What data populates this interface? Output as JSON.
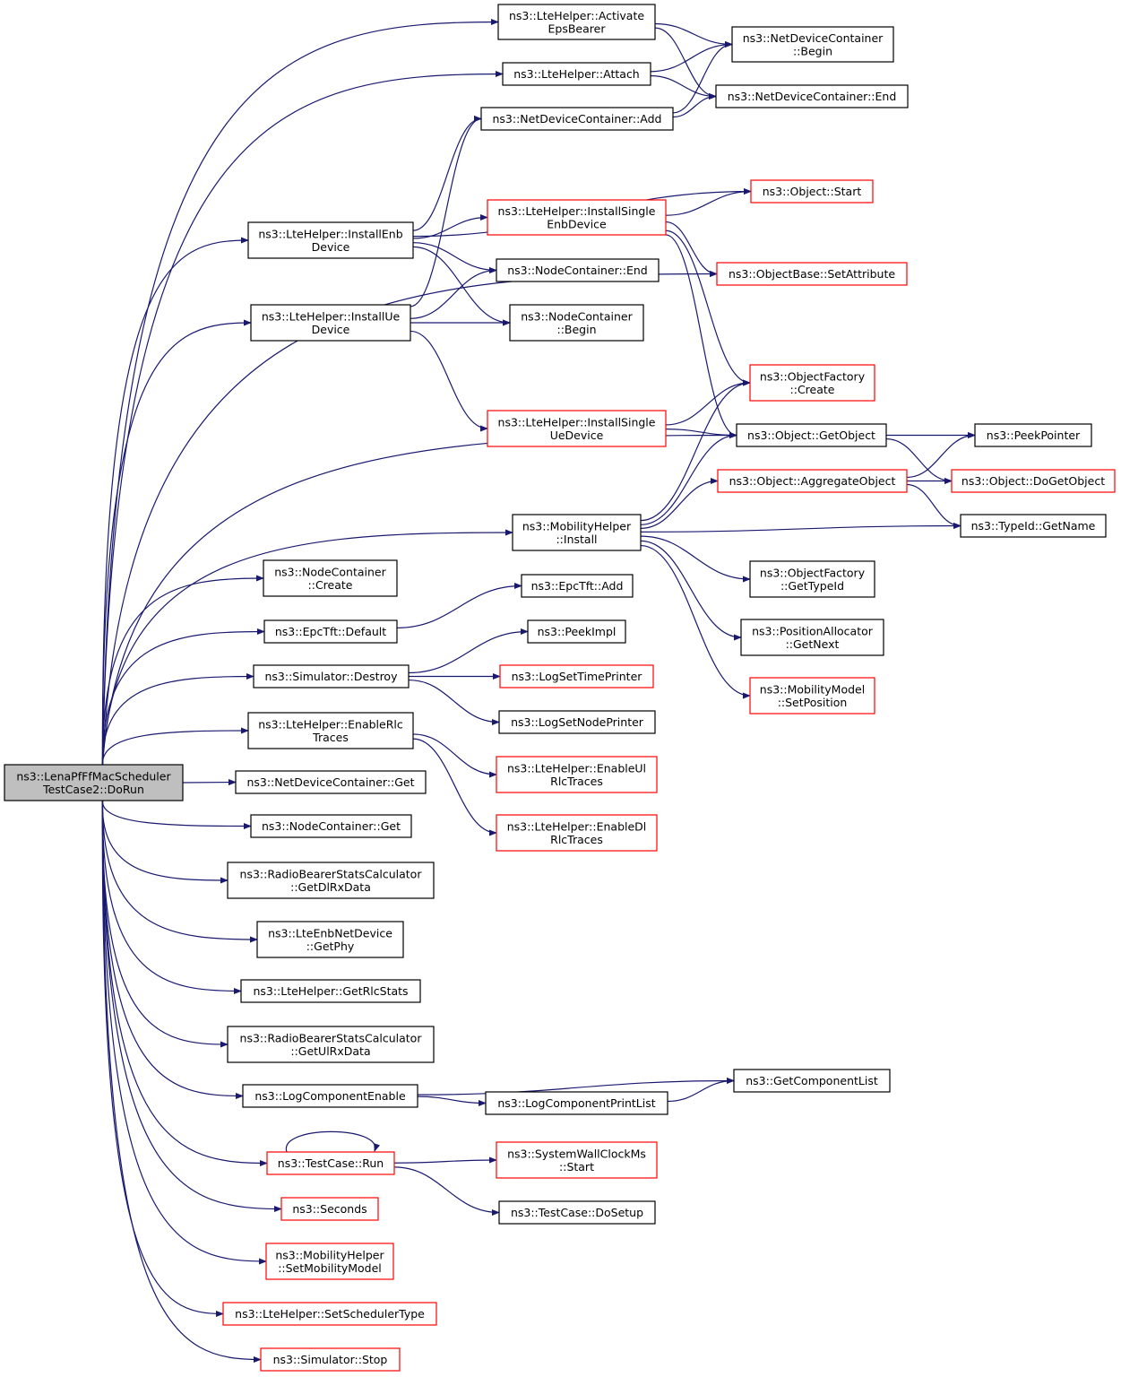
{
  "colors": {
    "edge": "#191970",
    "normal_border": "#000000",
    "truncated_border": "#ff0000",
    "root_fill": "#bfbfbf",
    "background": "#ffffff"
  },
  "nodes": [
    {
      "id": "root",
      "lines": [
        "ns3::LenaPfFfMacScheduler",
        "TestCase2::DoRun"
      ],
      "status": "root"
    },
    {
      "id": "activate",
      "lines": [
        "ns3::LteHelper::Activate",
        "EpsBearer"
      ],
      "status": "normal"
    },
    {
      "id": "ndc_begin",
      "lines": [
        "ns3::NetDeviceContainer",
        "::Begin"
      ],
      "status": "normal"
    },
    {
      "id": "attach",
      "lines": [
        "ns3::LteHelper::Attach"
      ],
      "status": "normal"
    },
    {
      "id": "ndc_end",
      "lines": [
        "ns3::NetDeviceContainer::End"
      ],
      "status": "normal"
    },
    {
      "id": "ndc_add",
      "lines": [
        "ns3::NetDeviceContainer::Add"
      ],
      "status": "normal"
    },
    {
      "id": "obj_start",
      "lines": [
        "ns3::Object::Start"
      ],
      "status": "truncated"
    },
    {
      "id": "inst_single_enb",
      "lines": [
        "ns3::LteHelper::InstallSingle",
        "EnbDevice"
      ],
      "status": "truncated"
    },
    {
      "id": "inst_enb",
      "lines": [
        "ns3::LteHelper::InstallEnb",
        "Device"
      ],
      "status": "normal"
    },
    {
      "id": "nc_end",
      "lines": [
        "ns3::NodeContainer::End"
      ],
      "status": "normal"
    },
    {
      "id": "objbase_setattr",
      "lines": [
        "ns3::ObjectBase::SetAttribute"
      ],
      "status": "truncated"
    },
    {
      "id": "inst_ue",
      "lines": [
        "ns3::LteHelper::InstallUe",
        "Device"
      ],
      "status": "normal"
    },
    {
      "id": "nc_begin",
      "lines": [
        "ns3::NodeContainer",
        "::Begin"
      ],
      "status": "normal"
    },
    {
      "id": "objfactory_create",
      "lines": [
        "ns3::ObjectFactory",
        "::Create"
      ],
      "status": "truncated"
    },
    {
      "id": "inst_single_ue",
      "lines": [
        "ns3::LteHelper::InstallSingle",
        "UeDevice"
      ],
      "status": "truncated"
    },
    {
      "id": "obj_getobject",
      "lines": [
        "ns3::Object::GetObject"
      ],
      "status": "normal"
    },
    {
      "id": "peekpointer",
      "lines": [
        "ns3::PeekPointer"
      ],
      "status": "normal"
    },
    {
      "id": "obj_aggregate",
      "lines": [
        "ns3::Object::AggregateObject"
      ],
      "status": "truncated"
    },
    {
      "id": "obj_dogetobject",
      "lines": [
        "ns3::Object::DoGetObject"
      ],
      "status": "truncated"
    },
    {
      "id": "mob_install",
      "lines": [
        "ns3::MobilityHelper",
        "::Install"
      ],
      "status": "normal"
    },
    {
      "id": "typeid_getname",
      "lines": [
        "ns3::TypeId::GetName"
      ],
      "status": "normal"
    },
    {
      "id": "nc_create",
      "lines": [
        "ns3::NodeContainer",
        "::Create"
      ],
      "status": "normal"
    },
    {
      "id": "objfactory_gettypeid",
      "lines": [
        "ns3::ObjectFactory",
        "::GetTypeId"
      ],
      "status": "normal"
    },
    {
      "id": "epctft_add",
      "lines": [
        "ns3::EpcTft::Add"
      ],
      "status": "normal"
    },
    {
      "id": "epctft_default",
      "lines": [
        "ns3::EpcTft::Default"
      ],
      "status": "normal"
    },
    {
      "id": "posalloc_getnext",
      "lines": [
        "ns3::PositionAllocator",
        "::GetNext"
      ],
      "status": "normal"
    },
    {
      "id": "peekimpl",
      "lines": [
        "ns3::PeekImpl"
      ],
      "status": "normal"
    },
    {
      "id": "sim_destroy",
      "lines": [
        "ns3::Simulator::Destroy"
      ],
      "status": "normal"
    },
    {
      "id": "logsettimeprinter",
      "lines": [
        "ns3::LogSetTimePrinter"
      ],
      "status": "truncated"
    },
    {
      "id": "mobmodel_setpos",
      "lines": [
        "ns3::MobilityModel",
        "::SetPosition"
      ],
      "status": "truncated"
    },
    {
      "id": "logsetnodeprinter",
      "lines": [
        "ns3::LogSetNodePrinter"
      ],
      "status": "normal"
    },
    {
      "id": "enable_rlc",
      "lines": [
        "ns3::LteHelper::EnableRlc",
        "Traces"
      ],
      "status": "normal"
    },
    {
      "id": "enable_ul_rlc",
      "lines": [
        "ns3::LteHelper::EnableUl",
        "RlcTraces"
      ],
      "status": "truncated"
    },
    {
      "id": "ndc_get",
      "lines": [
        "ns3::NetDeviceContainer::Get"
      ],
      "status": "normal"
    },
    {
      "id": "nc_get",
      "lines": [
        "ns3::NodeContainer::Get"
      ],
      "status": "normal"
    },
    {
      "id": "enable_dl_rlc",
      "lines": [
        "ns3::LteHelper::EnableDl",
        "RlcTraces"
      ],
      "status": "truncated"
    },
    {
      "id": "rbsc_getdl",
      "lines": [
        "ns3::RadioBearerStatsCalculator",
        "::GetDlRxData"
      ],
      "status": "normal"
    },
    {
      "id": "enb_getphy",
      "lines": [
        "ns3::LteEnbNetDevice",
        "::GetPhy"
      ],
      "status": "normal"
    },
    {
      "id": "get_rlcstats",
      "lines": [
        "ns3::LteHelper::GetRlcStats"
      ],
      "status": "normal"
    },
    {
      "id": "rbsc_getul",
      "lines": [
        "ns3::RadioBearerStatsCalculator",
        "::GetUlRxData"
      ],
      "status": "normal"
    },
    {
      "id": "get_componentlist",
      "lines": [
        "ns3::GetComponentList"
      ],
      "status": "normal"
    },
    {
      "id": "logcomp_enable",
      "lines": [
        "ns3::LogComponentEnable"
      ],
      "status": "normal"
    },
    {
      "id": "logcomp_printlist",
      "lines": [
        "ns3::LogComponentPrintList"
      ],
      "status": "normal"
    },
    {
      "id": "syswallclock_start",
      "lines": [
        "ns3::SystemWallClockMs",
        "::Start"
      ],
      "status": "truncated"
    },
    {
      "id": "testcase_run",
      "lines": [
        "ns3::TestCase::Run"
      ],
      "status": "truncated"
    },
    {
      "id": "testcase_dosetup",
      "lines": [
        "ns3::TestCase::DoSetup"
      ],
      "status": "normal"
    },
    {
      "id": "seconds",
      "lines": [
        "ns3::Seconds"
      ],
      "status": "truncated"
    },
    {
      "id": "set_mobmodel",
      "lines": [
        "ns3::MobilityHelper",
        "::SetMobilityModel"
      ],
      "status": "truncated"
    },
    {
      "id": "set_schedtype",
      "lines": [
        "ns3::LteHelper::SetSchedulerType"
      ],
      "status": "truncated"
    },
    {
      "id": "sim_stop",
      "lines": [
        "ns3::Simulator::Stop"
      ],
      "status": "truncated"
    }
  ],
  "edges": [
    [
      "root",
      "activate"
    ],
    [
      "root",
      "attach"
    ],
    [
      "root",
      "inst_enb"
    ],
    [
      "root",
      "inst_ue"
    ],
    [
      "root",
      "objbase_setattr"
    ],
    [
      "root",
      "obj_getobject"
    ],
    [
      "root",
      "mob_install"
    ],
    [
      "root",
      "nc_create"
    ],
    [
      "root",
      "epctft_default"
    ],
    [
      "root",
      "sim_destroy"
    ],
    [
      "root",
      "enable_rlc"
    ],
    [
      "root",
      "ndc_get"
    ],
    [
      "root",
      "nc_get"
    ],
    [
      "root",
      "rbsc_getdl"
    ],
    [
      "root",
      "enb_getphy"
    ],
    [
      "root",
      "get_rlcstats"
    ],
    [
      "root",
      "rbsc_getul"
    ],
    [
      "root",
      "logcomp_enable"
    ],
    [
      "root",
      "testcase_run"
    ],
    [
      "root",
      "seconds"
    ],
    [
      "root",
      "set_mobmodel"
    ],
    [
      "root",
      "set_schedtype"
    ],
    [
      "root",
      "sim_stop"
    ],
    [
      "activate",
      "ndc_begin"
    ],
    [
      "activate",
      "ndc_end"
    ],
    [
      "attach",
      "ndc_begin"
    ],
    [
      "attach",
      "ndc_end"
    ],
    [
      "ndc_add",
      "ndc_begin"
    ],
    [
      "ndc_add",
      "ndc_end"
    ],
    [
      "inst_enb",
      "ndc_add"
    ],
    [
      "inst_enb",
      "obj_start"
    ],
    [
      "inst_enb",
      "inst_single_enb"
    ],
    [
      "inst_enb",
      "nc_end"
    ],
    [
      "inst_enb",
      "nc_begin"
    ],
    [
      "inst_single_enb",
      "obj_start"
    ],
    [
      "inst_single_enb",
      "objbase_setattr"
    ],
    [
      "inst_single_enb",
      "objfactory_create"
    ],
    [
      "inst_single_enb",
      "obj_getobject"
    ],
    [
      "inst_ue",
      "ndc_add"
    ],
    [
      "inst_ue",
      "nc_end"
    ],
    [
      "inst_ue",
      "nc_begin"
    ],
    [
      "inst_ue",
      "inst_single_ue"
    ],
    [
      "inst_single_ue",
      "objfactory_create"
    ],
    [
      "inst_single_ue",
      "obj_getobject"
    ],
    [
      "obj_getobject",
      "peekpointer"
    ],
    [
      "obj_getobject",
      "obj_dogetobject"
    ],
    [
      "obj_aggregate",
      "peekpointer"
    ],
    [
      "obj_aggregate",
      "obj_dogetobject"
    ],
    [
      "obj_aggregate",
      "typeid_getname"
    ],
    [
      "mob_install",
      "objfactory_create"
    ],
    [
      "mob_install",
      "obj_getobject"
    ],
    [
      "mob_install",
      "obj_aggregate"
    ],
    [
      "mob_install",
      "typeid_getname"
    ],
    [
      "mob_install",
      "objfactory_gettypeid"
    ],
    [
      "mob_install",
      "posalloc_getnext"
    ],
    [
      "mob_install",
      "mobmodel_setpos"
    ],
    [
      "epctft_default",
      "epctft_add"
    ],
    [
      "sim_destroy",
      "peekimpl"
    ],
    [
      "sim_destroy",
      "logsettimeprinter"
    ],
    [
      "sim_destroy",
      "logsetnodeprinter"
    ],
    [
      "enable_rlc",
      "enable_ul_rlc"
    ],
    [
      "enable_rlc",
      "enable_dl_rlc"
    ],
    [
      "logcomp_enable",
      "get_componentlist"
    ],
    [
      "logcomp_enable",
      "logcomp_printlist"
    ],
    [
      "logcomp_printlist",
      "get_componentlist"
    ],
    [
      "testcase_run",
      "testcase_run"
    ],
    [
      "testcase_run",
      "syswallclock_start"
    ],
    [
      "testcase_run",
      "testcase_dosetup"
    ]
  ]
}
